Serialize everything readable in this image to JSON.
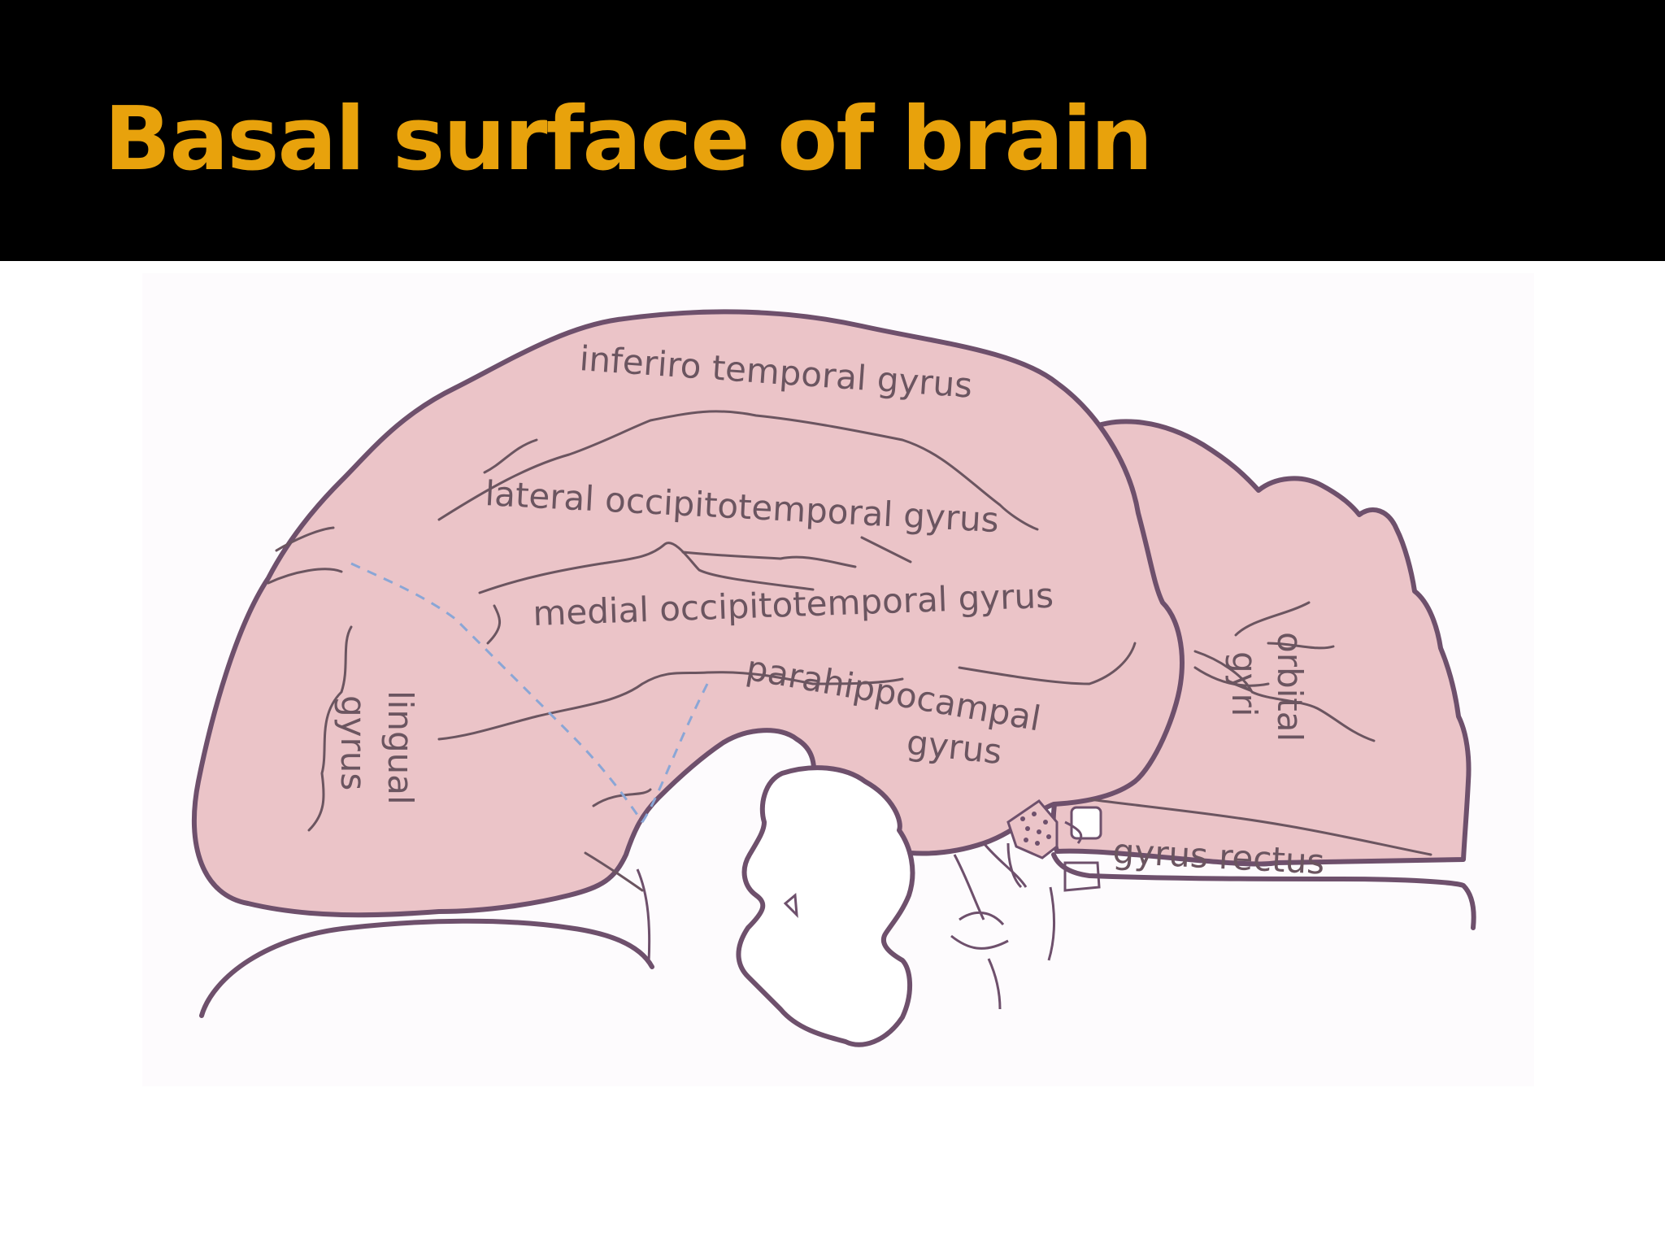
{
  "slide": {
    "title": "Basal surface of brain"
  },
  "colors": {
    "title_bar": "#000000",
    "title_text": "#e8a20c",
    "brain_fill": "#ebc4c8",
    "outline": "#6e506c",
    "sulcus": "#6b5560",
    "dashed_line": "#8aa6d6",
    "figure_bg": "#fdfbfd"
  },
  "diagram": {
    "labels": {
      "inferior_temporal": "inferiro temporal gyrus",
      "lateral_occipitotemporal": "lateral occipitotemporal gyrus",
      "medial_occipitotemporal": "medial occipitotemporal gyrus",
      "parahippocampal_line1": "parahippocampal",
      "parahippocampal_line2": "gyrus",
      "lingual_line1": "lingual",
      "lingual_line2": "gyrus",
      "orbital_line1": "orbital",
      "orbital_line2": "gyri",
      "gyrus_rectus": "gyrus rectus"
    }
  }
}
